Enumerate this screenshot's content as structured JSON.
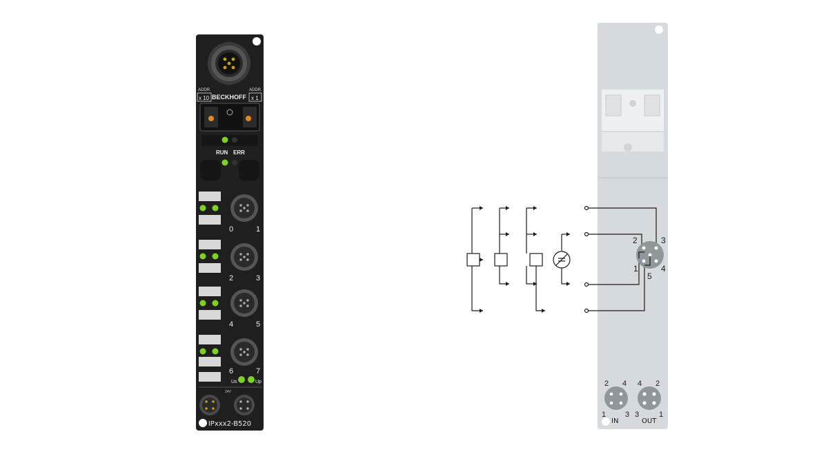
{
  "module": {
    "brand": "BECKHOFF",
    "model": "IPxxx2-B520",
    "addr_left": {
      "label": "ADDR.",
      "value": "x 10"
    },
    "addr_right": {
      "label": "ADDR.",
      "value": "x 1"
    },
    "status_labels": {
      "run": "RUN",
      "err": "ERR"
    },
    "channel_numbers": [
      "0",
      "1",
      "2",
      "3",
      "4",
      "5",
      "6",
      "7"
    ],
    "power_labels": {
      "us": "Us",
      "up": "Up"
    },
    "supply_label": "24V"
  },
  "wiring": {
    "pins": [
      "2",
      "3",
      "1",
      "5",
      "4"
    ],
    "power_in_pins": [
      "2",
      "4",
      "1",
      "3"
    ],
    "power_out_pins": [
      "4",
      "2",
      "3",
      "1"
    ],
    "in_label": "IN",
    "out_label": "OUT"
  },
  "colors": {
    "housing": "#1f1f1f",
    "led_green": "#7ed321",
    "panel_light": "#d4dadd",
    "wire": "#1a1a1a",
    "status_led_orange": "#f5a623"
  }
}
